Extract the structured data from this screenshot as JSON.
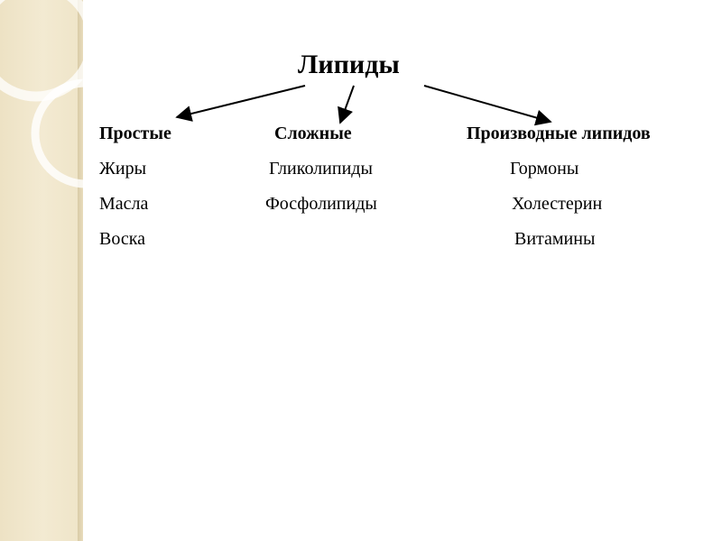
{
  "title": "Липиды",
  "columns": [
    {
      "heading": "Простые",
      "items": [
        "Жиры",
        "Масла",
        "Воска"
      ]
    },
    {
      "heading": "Сложные",
      "items": [
        "Гликолипиды",
        "Фосфолипиды"
      ]
    },
    {
      "heading": "Производные липидов",
      "items": [
        "Гормоны",
        "Холестерин",
        "Витамины"
      ]
    }
  ],
  "colors": {
    "sidebar": "#efe5c9",
    "decor_ring": "#ffffff",
    "text": "#000000"
  }
}
